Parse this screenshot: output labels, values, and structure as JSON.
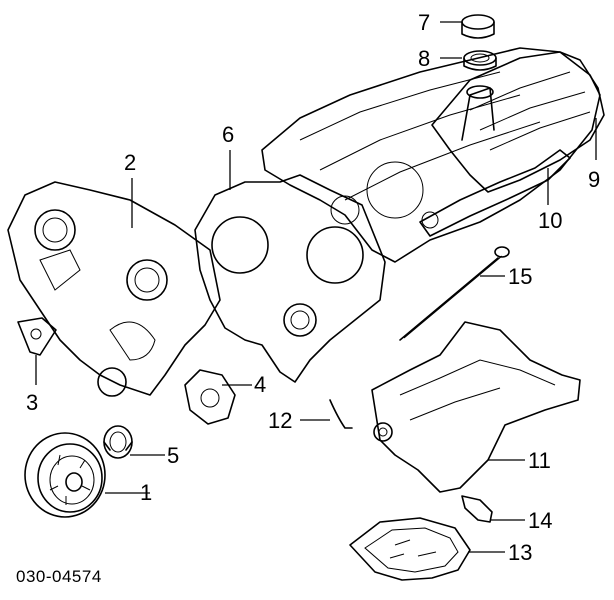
{
  "callouts": [
    {
      "id": "1",
      "label": "1"
    },
    {
      "id": "2",
      "label": "2"
    },
    {
      "id": "3",
      "label": "3"
    },
    {
      "id": "4",
      "label": "4"
    },
    {
      "id": "5",
      "label": "5"
    },
    {
      "id": "6",
      "label": "6"
    },
    {
      "id": "7",
      "label": "7"
    },
    {
      "id": "8",
      "label": "8"
    },
    {
      "id": "9",
      "label": "9"
    },
    {
      "id": "10",
      "label": "10"
    },
    {
      "id": "11",
      "label": "11"
    },
    {
      "id": "12",
      "label": "12"
    },
    {
      "id": "13",
      "label": "13"
    },
    {
      "id": "14",
      "label": "14"
    },
    {
      "id": "15",
      "label": "15"
    }
  ],
  "diagram_code": "030-04574"
}
